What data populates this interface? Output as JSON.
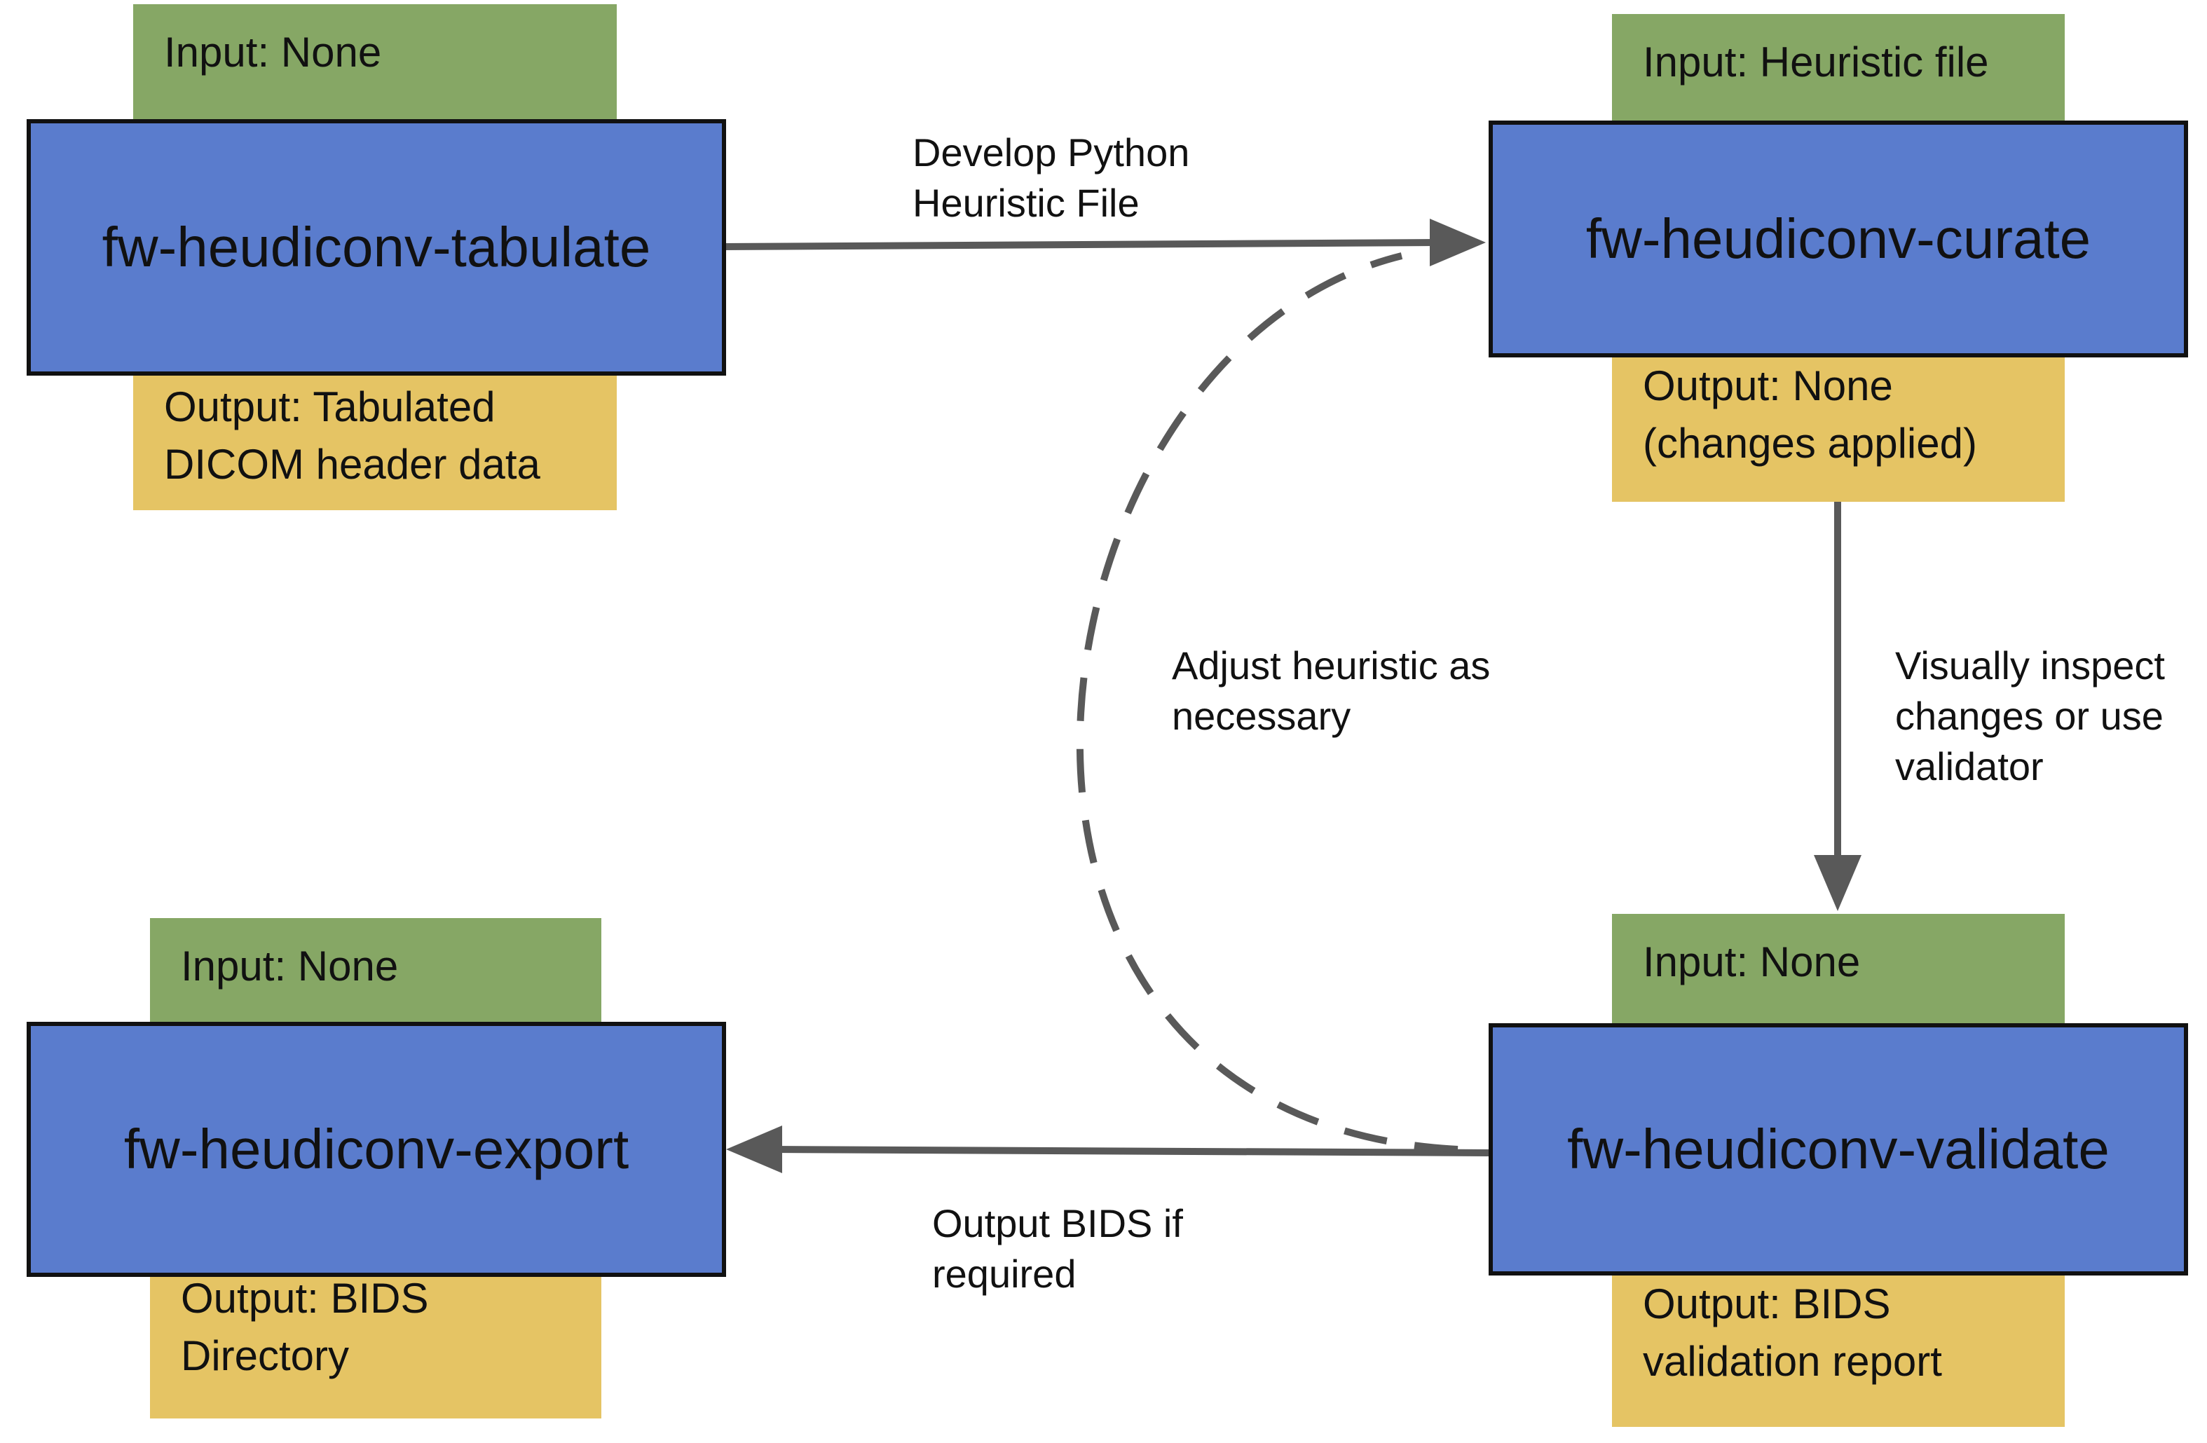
{
  "nodes": {
    "tabulate": {
      "title": "fw-heudiconv-tabulate",
      "input": "Input: None",
      "output": [
        "Output: Tabulated",
        "DICOM header data"
      ]
    },
    "curate": {
      "title": "fw-heudiconv-curate",
      "input": "Input: Heuristic file",
      "output": [
        "Output: None",
        "(changes applied)"
      ]
    },
    "validate": {
      "title": "fw-heudiconv-validate",
      "input": "Input: None",
      "output": [
        "Output: BIDS",
        "validation report"
      ]
    },
    "export": {
      "title": "fw-heudiconv-export",
      "input": "Input: None",
      "output": [
        "Output: BIDS",
        "Directory"
      ]
    }
  },
  "edges": {
    "tabulate_to_curate": [
      "Develop Python",
      "Heuristic File"
    ],
    "curate_to_validate": [
      "Visually inspect",
      "changes or use",
      "validator"
    ],
    "validate_to_curate": [
      "Adjust heuristic as",
      "necessary"
    ],
    "validate_to_export": [
      "Output BIDS if",
      "required"
    ]
  },
  "colors": {
    "node_fill": "#5a7ccd",
    "input_tag": "#86a765",
    "output_tag": "#e5c464",
    "arrow": "#595959"
  }
}
